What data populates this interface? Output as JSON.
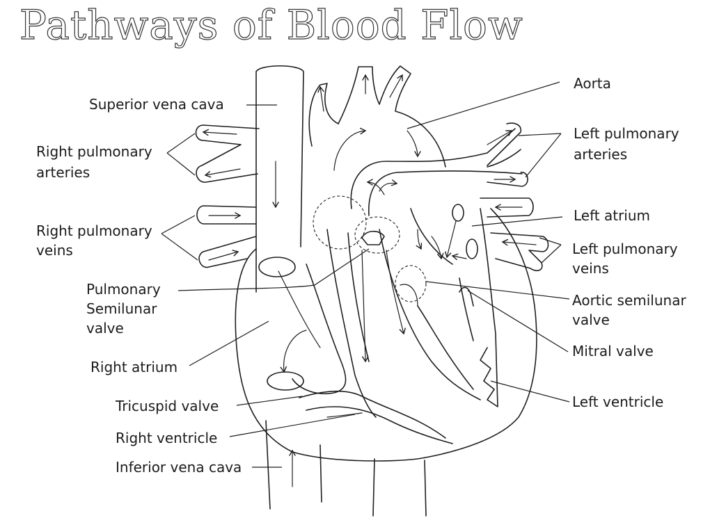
{
  "title": "Pathways of Blood Flow",
  "labels": {
    "superior_vena_cava": "Superior vena cava",
    "right_pulmonary_arteries_1": "Right pulmonary",
    "right_pulmonary_arteries_2": "arteries",
    "right_pulmonary_veins_1": "Right pulmonary",
    "right_pulmonary_veins_2": "veins",
    "pulmonary_semilunar_1": "Pulmonary",
    "pulmonary_semilunar_2": "Semilunar",
    "pulmonary_semilunar_3": "valve",
    "right_atrium": "Right atrium",
    "tricuspid_valve": "Tricuspid valve",
    "right_ventricle": "Right ventricle",
    "inferior_vena_cava": "Inferior vena cava",
    "aorta": "Aorta",
    "left_pulmonary_arteries_1": "Left pulmonary",
    "left_pulmonary_arteries_2": "arteries",
    "left_atrium": "Left atrium",
    "left_pulmonary_veins_1": "Left pulmonary",
    "left_pulmonary_veins_2": "veins",
    "aortic_semilunar_1": "Aortic semilunar",
    "aortic_semilunar_2": "valve",
    "mitral_valve": "Mitral valve",
    "left_ventricle": "Left ventricle"
  },
  "colors": {
    "ink": "#1e1e1e",
    "background": "#ffffff"
  }
}
